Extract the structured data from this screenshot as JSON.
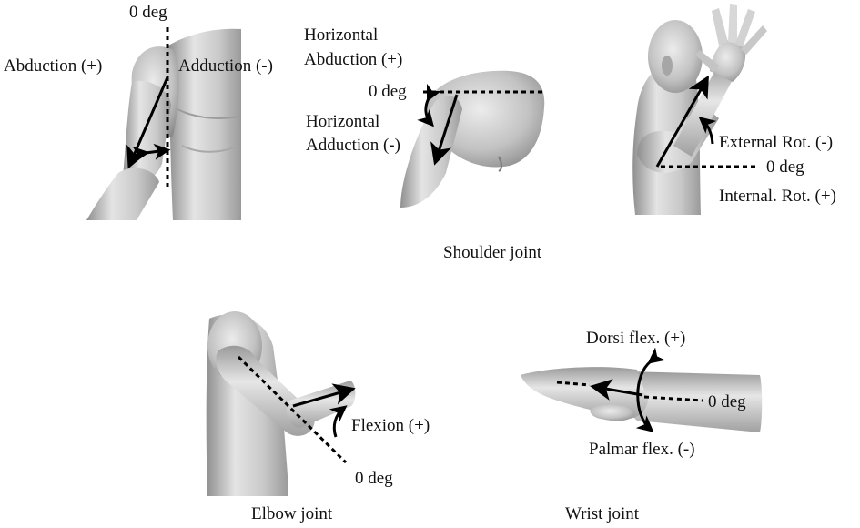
{
  "colors": {
    "ink": "#000000",
    "skin_light": "#e8e8e8",
    "skin_mid": "#c4c4c4",
    "skin_dark": "#8c8c8c"
  },
  "shoulder_abduction": {
    "zero": "0 deg",
    "abduction": "Abduction (+)",
    "adduction": "Adduction (-)"
  },
  "shoulder_horizontal": {
    "abduction_line1": "Horizontal",
    "abduction_line2": "Abduction (+)",
    "zero": "0 deg",
    "adduction_line1": "Horizontal",
    "adduction_line2": "Adduction (-)"
  },
  "shoulder_rotation": {
    "external": "External Rot. (-)",
    "zero": "0 deg",
    "internal": "Internal. Rot. (+)"
  },
  "shoulder_caption": "Shoulder joint",
  "elbow": {
    "flexion": "Flexion (+)",
    "zero": "0 deg",
    "caption": "Elbow joint"
  },
  "wrist": {
    "dorsi": "Dorsi flex. (+)",
    "zero": "0 deg",
    "palmar": "Palmar flex. (-)",
    "caption": "Wrist joint"
  }
}
